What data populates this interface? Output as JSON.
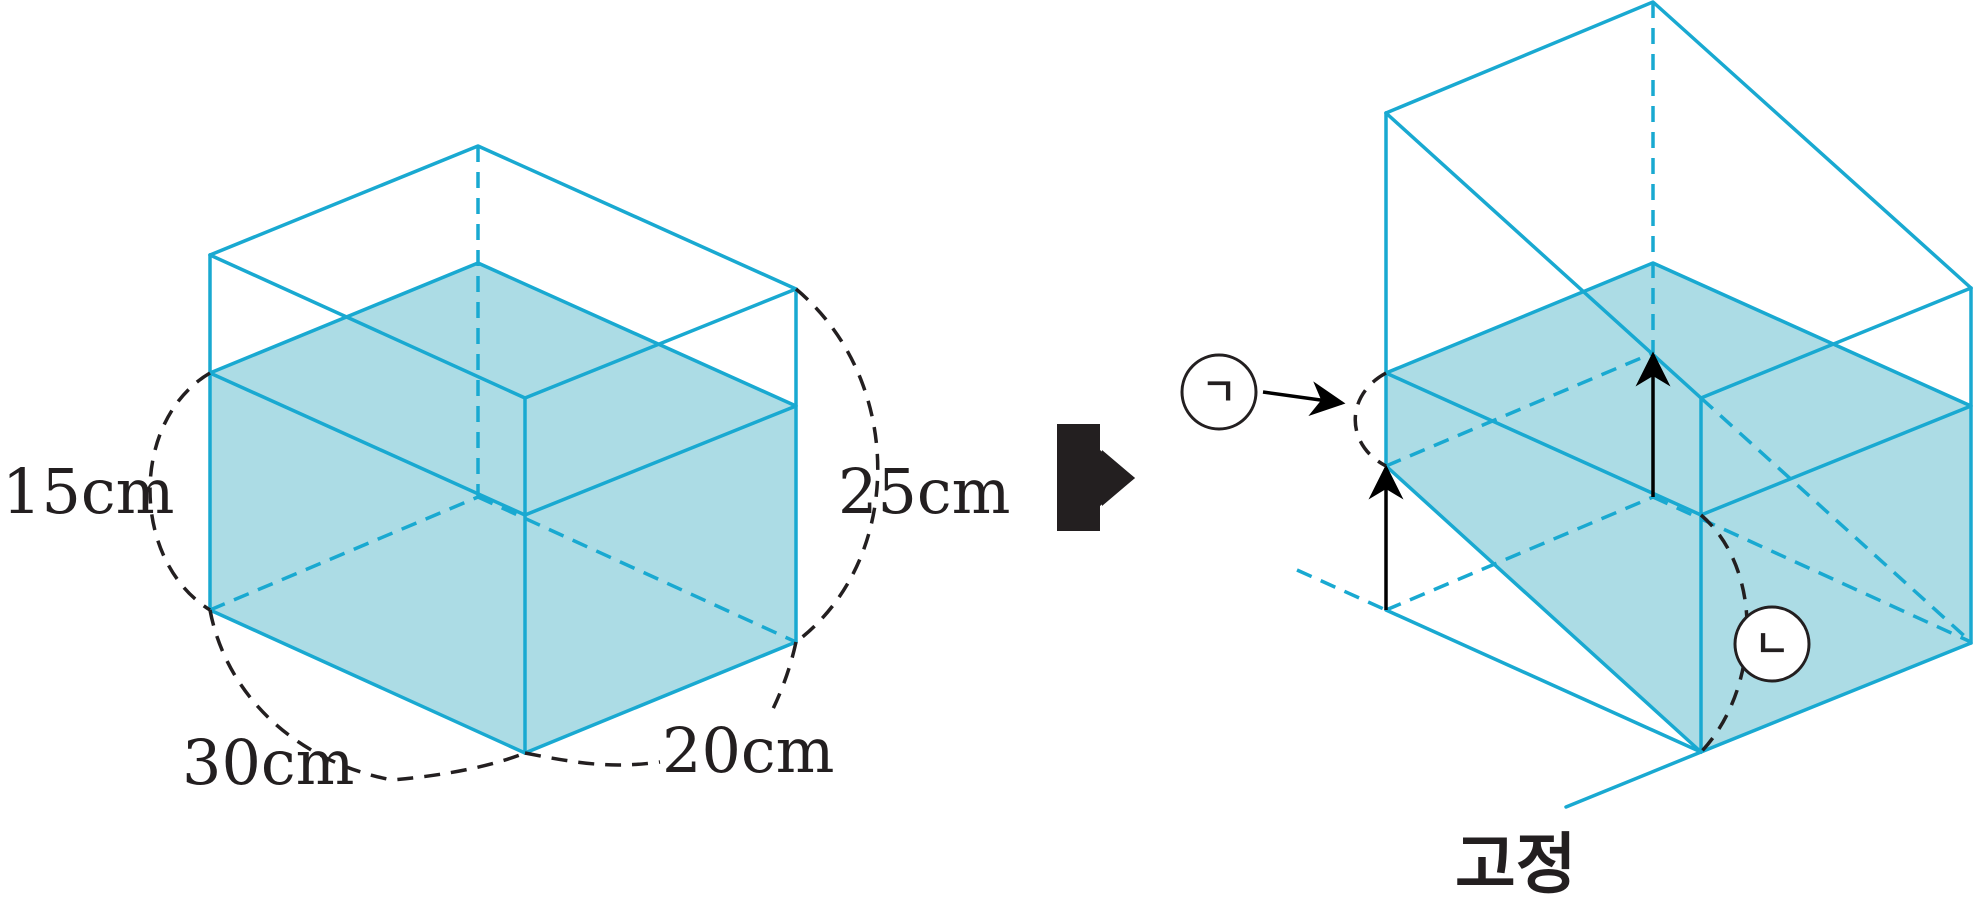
{
  "labels": {
    "height_water": "15cm",
    "height_tank": "25cm",
    "length": "30cm",
    "width": "20cm",
    "marker_a": "ㄱ",
    "marker_b": "ㄴ",
    "fixed": "고정"
  },
  "colors": {
    "edge": "#19a9d1",
    "water": "#acdce5",
    "text": "#231f20"
  }
}
